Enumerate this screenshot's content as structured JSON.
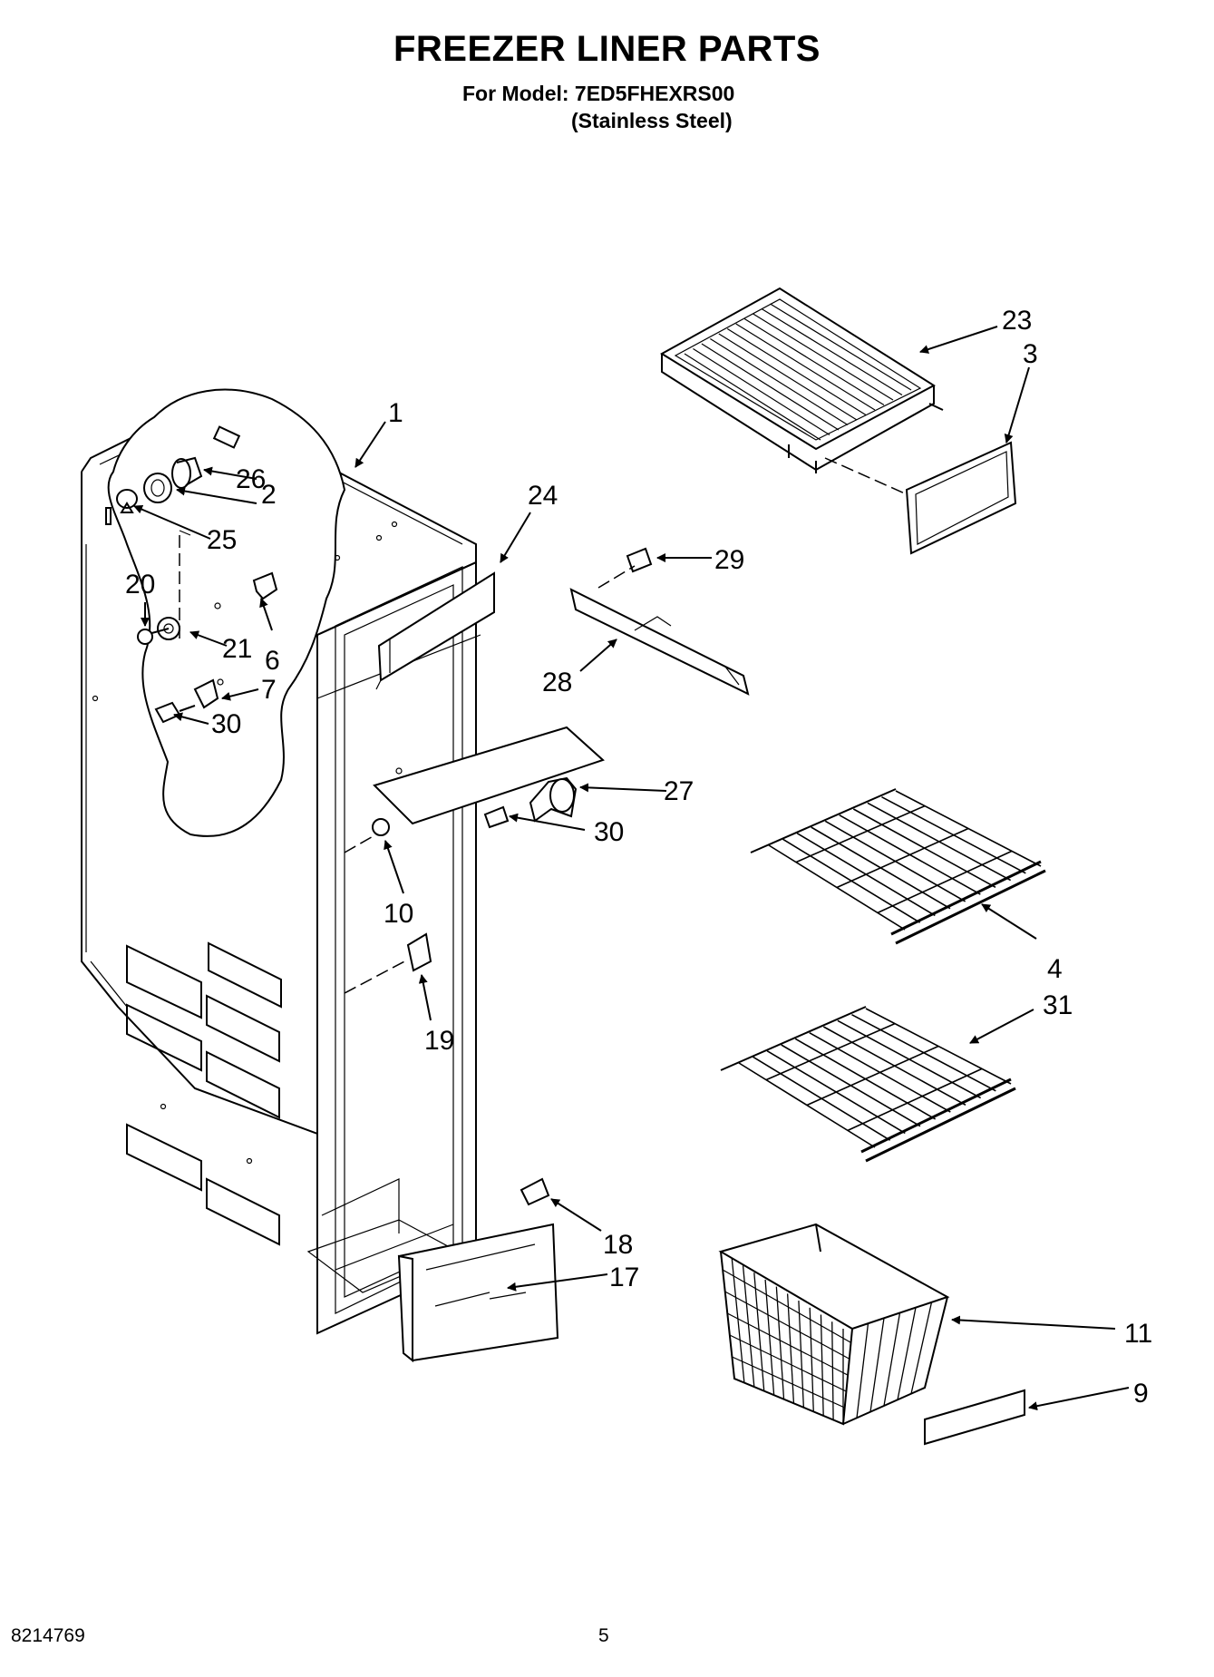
{
  "header": {
    "title": "FREEZER LINER PARTS",
    "model_line": "For Model: 7ED5FHEXRS00",
    "variant_line": "(Stainless Steel)"
  },
  "footer": {
    "doc_number": "8214769",
    "page_number": "5"
  },
  "callouts": [
    {
      "id": "c1",
      "label": "1"
    },
    {
      "id": "c2",
      "label": "2"
    },
    {
      "id": "c3",
      "label": "3"
    },
    {
      "id": "c4",
      "label": "4"
    },
    {
      "id": "c6",
      "label": "6"
    },
    {
      "id": "c7",
      "label": "7"
    },
    {
      "id": "c9",
      "label": "9"
    },
    {
      "id": "c10",
      "label": "10"
    },
    {
      "id": "c11",
      "label": "11"
    },
    {
      "id": "c17",
      "label": "17"
    },
    {
      "id": "c18",
      "label": "18"
    },
    {
      "id": "c19",
      "label": "19"
    },
    {
      "id": "c20",
      "label": "20"
    },
    {
      "id": "c21",
      "label": "21"
    },
    {
      "id": "c23",
      "label": "23"
    },
    {
      "id": "c24",
      "label": "24"
    },
    {
      "id": "c25",
      "label": "25"
    },
    {
      "id": "c26",
      "label": "26"
    },
    {
      "id": "c27",
      "label": "27"
    },
    {
      "id": "c28",
      "label": "28"
    },
    {
      "id": "c29",
      "label": "29"
    },
    {
      "id": "c30a",
      "label": "30"
    },
    {
      "id": "c30b",
      "label": "30"
    },
    {
      "id": "c31",
      "label": "31"
    }
  ]
}
